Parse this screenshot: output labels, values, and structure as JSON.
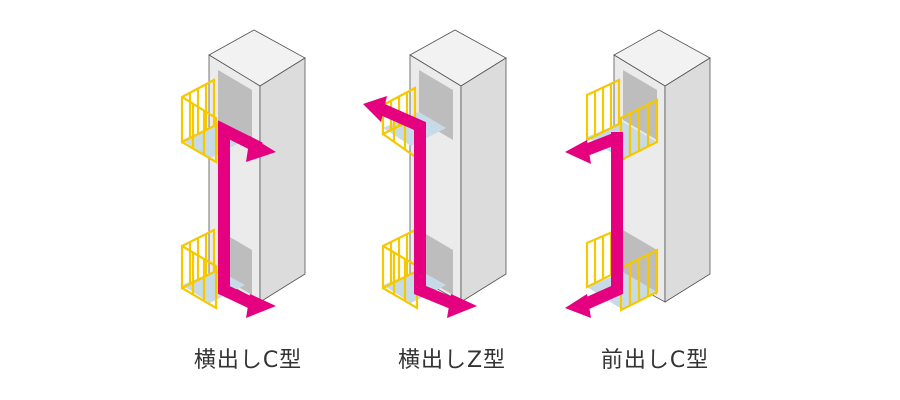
{
  "diagram": {
    "types": [
      {
        "label": "横出しC型"
      },
      {
        "label": "横出しZ型"
      },
      {
        "label": "前出しC型"
      }
    ],
    "colors": {
      "arrow": "#e4007f",
      "railing": "#f5c800",
      "floor": "#c6dbe7",
      "building_front": "#ebebeb",
      "building_side": "#dcdcdd",
      "opening": "#bdbdbd"
    }
  }
}
